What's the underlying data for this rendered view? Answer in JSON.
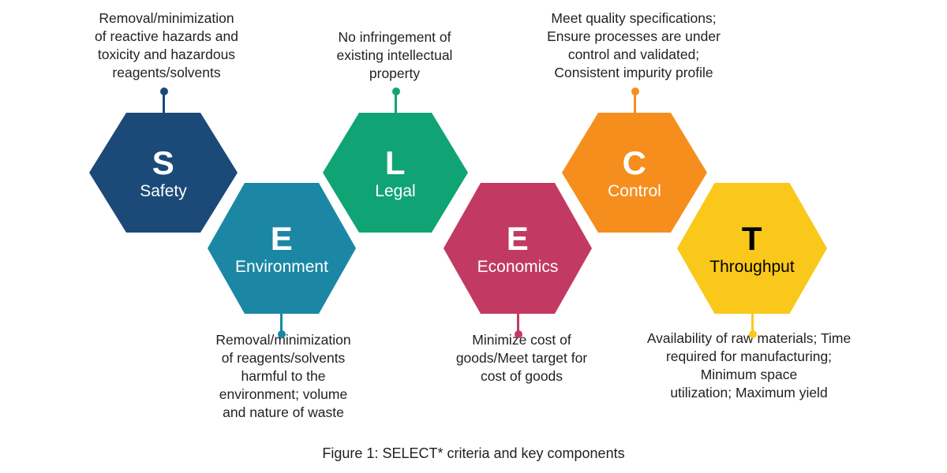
{
  "figure": {
    "caption": "Figure 1: SELECT* criteria and key components",
    "background_color": "#ffffff",
    "text_color": "#231f20"
  },
  "hexagons": [
    {
      "letter": "S",
      "word": "Safety",
      "color": "#1b4a78",
      "text_color": "#ffffff",
      "note": "Removal/minimization\nof reactive hazards and\ntoxicity and hazardous\nreagents/solvents",
      "note_position": "top"
    },
    {
      "letter": "E",
      "word": "Environment",
      "color": "#1b87a5",
      "text_color": "#ffffff",
      "note": "Removal/minimization\nof reagents/solvents\nharmful to the\nenvironment; volume\nand nature of waste",
      "note_position": "bottom"
    },
    {
      "letter": "L",
      "word": "Legal",
      "color": "#10a474",
      "text_color": "#ffffff",
      "note": "No infringement of\nexisting intellectual\nproperty",
      "note_position": "top"
    },
    {
      "letter": "E",
      "word": "Economics",
      "color": "#c23a63",
      "text_color": "#ffffff",
      "note": "Minimize cost of\ngoods/Meet target for\ncost of goods",
      "note_position": "bottom"
    },
    {
      "letter": "C",
      "word": "Control",
      "color": "#f68e1e",
      "text_color": "#ffffff",
      "note": "Meet quality specifications;\nEnsure processes are under\ncontrol and validated;\nConsistent impurity profile",
      "note_position": "top"
    },
    {
      "letter": "T",
      "word": "Throughput",
      "color": "#f9c81a",
      "text_color": "#000000",
      "note": "Availability of raw materials; Time\nrequired for manufacturing;\nMinimum space\nutilization; Maximum yield",
      "note_position": "bottom"
    }
  ]
}
